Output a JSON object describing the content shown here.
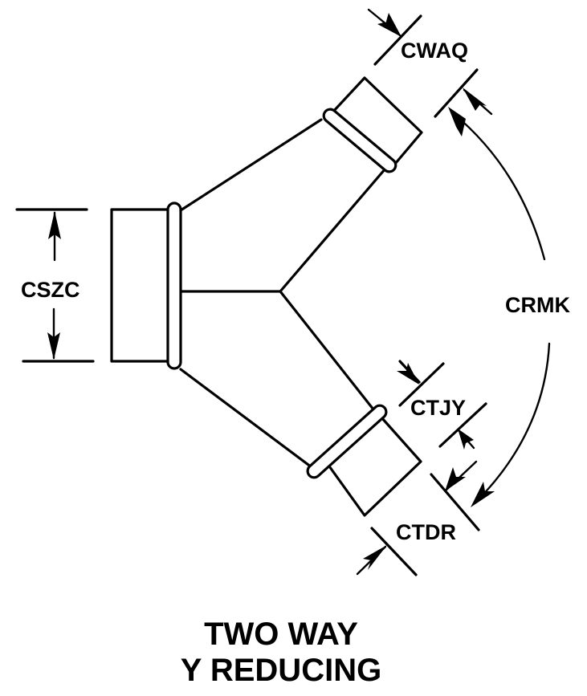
{
  "diagram": {
    "title_line1": "TWO WAY",
    "title_line2": "Y REDUCING",
    "dimensions": {
      "inlet_diameter": "CSZC",
      "upper_branch_diameter": "CWAQ",
      "lower_branch_diameter": "CTDR",
      "lower_branch_insertion": "CTJY",
      "branch_angle": "CRMK"
    }
  }
}
